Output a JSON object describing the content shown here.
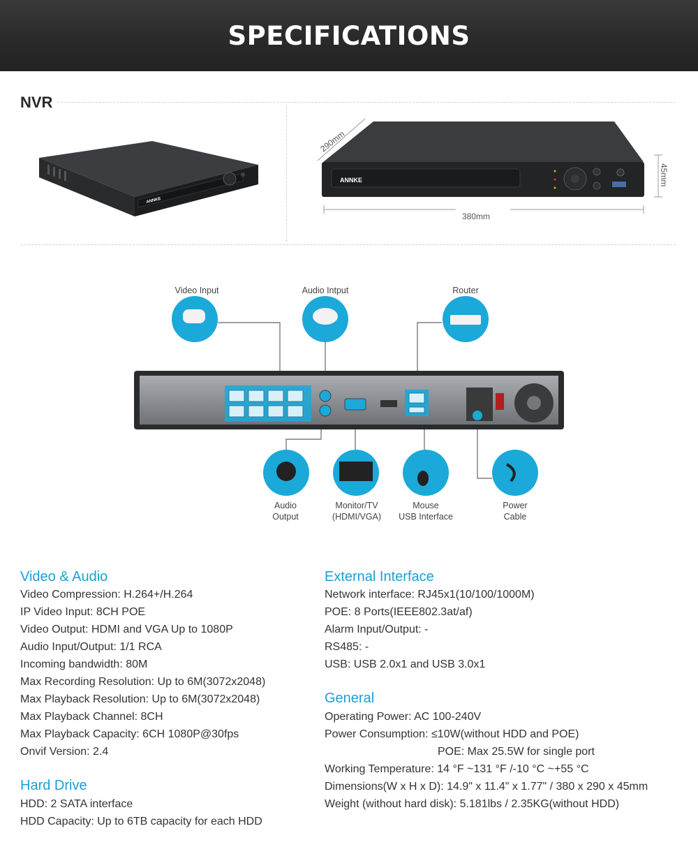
{
  "header": {
    "title": "SPECIFICATIONS"
  },
  "nvr": {
    "label": "NVR",
    "brand": "ANNKE",
    "dim_depth": "290mm",
    "dim_width": "380mm",
    "dim_height": "45mm"
  },
  "diagram": {
    "video_input": "Video Input",
    "audio_input": "Audio Intput",
    "router": "Router",
    "audio_output": [
      "Audio",
      "Output"
    ],
    "monitor": [
      "Monitor/TV",
      "(HDMI/VGA)"
    ],
    "mouse": [
      "Mouse",
      "USB Interface"
    ],
    "power": [
      "Power",
      "Cable"
    ],
    "accent_color": "#1aa9d9"
  },
  "video_audio": {
    "title": "Video & Audio",
    "items": [
      "Video Compression: H.264+/H.264",
      "IP Video Input: 8CH POE",
      "Video Output: HDMI and VGA Up to 1080P",
      "Audio Input/Output: 1/1 RCA",
      "Incoming bandwidth: 80M",
      "Max Recording Resolution: Up to 6M(3072x2048)",
      "Max Playback Resolution: Up to 6M(3072x2048)",
      "Max Playback Channel: 8CH",
      "Max Playback Capacity: 6CH 1080P@30fps",
      "Onvif Version: 2.4"
    ]
  },
  "hard_drive": {
    "title": "Hard Drive",
    "items": [
      "HDD: 2 SATA interface",
      "HDD Capacity: Up to 6TB capacity for each HDD"
    ]
  },
  "external_interface": {
    "title": "External Interface",
    "items": [
      "Network interface: RJ45x1(10/100/1000M)",
      "POE: 8 Ports(IEEE802.3at/af)",
      "Alarm Input/Output: -",
      "RS485: -",
      "USB: USB 2.0x1 and USB 3.0x1"
    ]
  },
  "general": {
    "title": "General",
    "items": [
      "Operating Power: AC 100-240V",
      "Power Consumption: ≤10W(without HDD and POE)",
      "POE: Max 25.5W for single port",
      "Working Temperature: 14 °F ~131 °F /-10 °C ~+55 °C",
      "Dimensions(W x H x D): 14.9\"  x 11.4\"  x 1.77\"  / 380 x 290 x 45mm",
      "Weight (without hard disk): 5.181lbs / 2.35KG(without HDD)"
    ]
  }
}
